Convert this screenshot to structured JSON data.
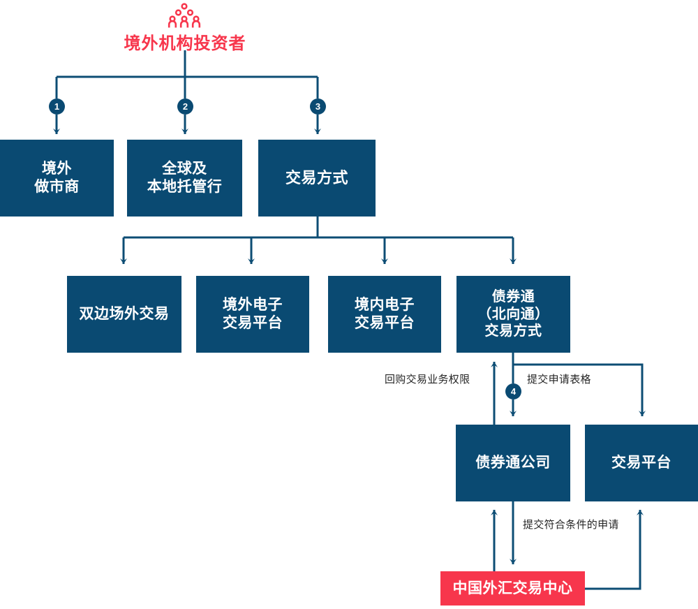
{
  "meta": {
    "colors": {
      "navy": "#0a4a72",
      "red": "#f7364c",
      "line": "#0d4d74",
      "text_on_box": "#ffffff",
      "label_text": "#262626",
      "background": "#ffffff"
    }
  },
  "root": {
    "icon": "group-of-people-icon",
    "title": "境外机构投资者"
  },
  "badges": [
    {
      "id": "badge-1",
      "label": "1"
    },
    {
      "id": "badge-2",
      "label": "2"
    },
    {
      "id": "badge-3",
      "label": "3"
    },
    {
      "id": "badge-4",
      "label": "4"
    }
  ],
  "level1": [
    {
      "id": "overseas-market-maker",
      "label": "境外\n做市商"
    },
    {
      "id": "global-local-custodian",
      "label": "全球及\n本地托管行"
    },
    {
      "id": "trading-method",
      "label": "交易方式"
    }
  ],
  "level2": [
    {
      "id": "bilateral-otc-trading",
      "label": "双边场外交易"
    },
    {
      "id": "offshore-e-trading-platform",
      "label": "境外电子\n交易平台"
    },
    {
      "id": "onshore-e-trading-platform",
      "label": "境内电子\n交易平台"
    },
    {
      "id": "bond-connect-northbound",
      "label": "债券通\n（北向通）\n交易方式"
    }
  ],
  "level3": [
    {
      "id": "bond-connect-company",
      "label": "债券通公司"
    },
    {
      "id": "trading-platform",
      "label": "交易平台"
    }
  ],
  "level4": [
    {
      "id": "cfets",
      "label": "中国外汇交易中心"
    }
  ],
  "edge_labels": [
    {
      "id": "repo-business-authority",
      "label": "回购交易业务权限"
    },
    {
      "id": "submit-application-form",
      "label": "提交申请表格"
    },
    {
      "id": "submit-qualified-application",
      "label": "提交符合条件的申请"
    }
  ]
}
